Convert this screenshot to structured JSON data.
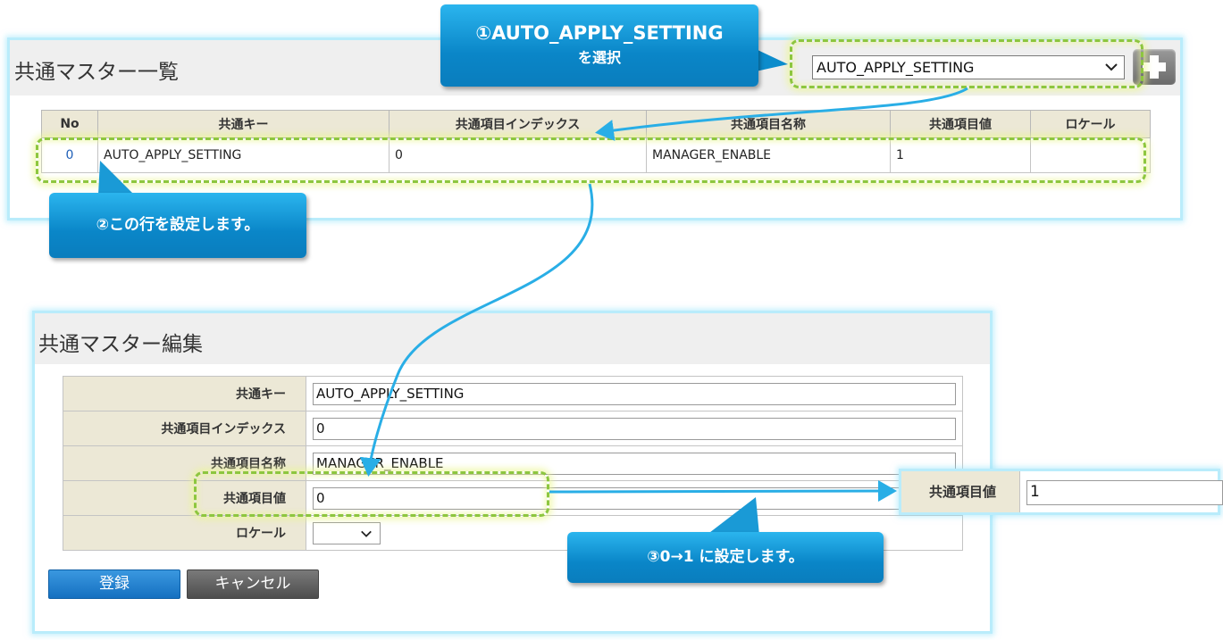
{
  "list_panel": {
    "title": "共通マスター一覧",
    "select_value": "AUTO_APPLY_SETTING",
    "columns": [
      "No",
      "共通キー",
      "共通項目インデックス",
      "共通項目名称",
      "共通項目値",
      "ロケール"
    ],
    "rows": [
      {
        "no": "0",
        "key": "AUTO_APPLY_SETTING",
        "index": "0",
        "name": "MANAGER_ENABLE",
        "value": "1",
        "locale": ""
      }
    ]
  },
  "edit_panel": {
    "title": "共通マスター編集",
    "fields": [
      {
        "label": "共通キー",
        "value": "AUTO_APPLY_SETTING"
      },
      {
        "label": "共通項目インデックス",
        "value": "0"
      },
      {
        "label": "共通項目名称",
        "value": "MANAGER_ENABLE"
      },
      {
        "label": "共通項目値",
        "value": "0"
      }
    ],
    "locale_label": "ロケール",
    "locale_value": "",
    "register_label": "登録",
    "cancel_label": "キャンセル"
  },
  "zoom": {
    "label": "共通項目値",
    "value": "1"
  },
  "callouts": {
    "step1_line1": "①AUTO_APPLY_SETTING",
    "step1_line2": "を選択",
    "step2": "②この行を設定します。",
    "step3": "③0→1 に設定します。"
  },
  "icons": {
    "add": "plus-icon",
    "dropdown": "chevron-down-icon"
  },
  "colors": {
    "highlight": "#8dc63f",
    "callout": "#0a86c8",
    "connector": "#29aee6",
    "panel_border": "#b9ecfb",
    "register_button": "#1c7fd0",
    "cancel_button": "#5e5e5e",
    "header_cell": "#ece8d6"
  }
}
